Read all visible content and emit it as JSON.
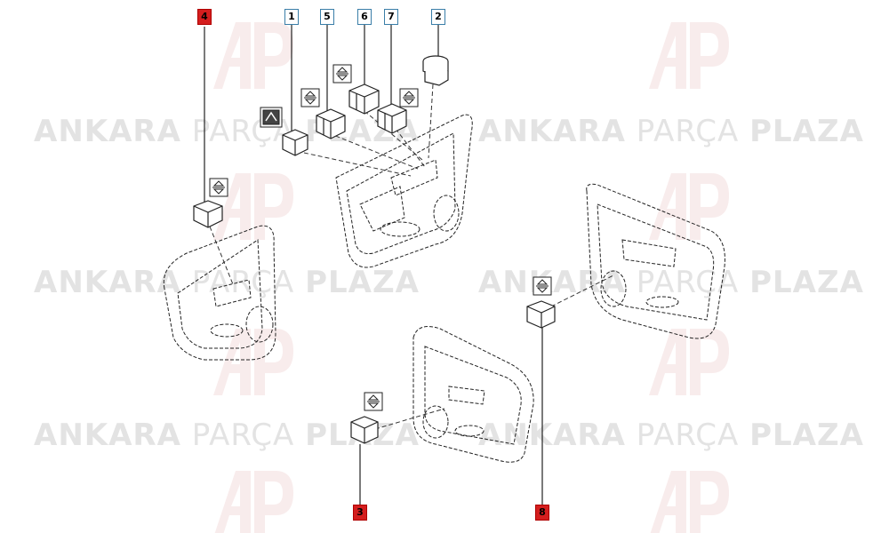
{
  "watermark": {
    "brand_bold": "ANKARA",
    "brand_light": "PARÇA",
    "brand_bold2": "PLAZA",
    "logo_letters": "AP"
  },
  "callouts": {
    "c1": "1",
    "c2": "2",
    "c3": "3",
    "c4": "4",
    "c5": "5",
    "c6": "6",
    "c7": "7",
    "c8": "8"
  },
  "colors": {
    "callout_red": "#d41e1e",
    "callout_blue_border": "#3a7ea8",
    "line_art": "#222222",
    "watermark": "#e3e3e3"
  }
}
